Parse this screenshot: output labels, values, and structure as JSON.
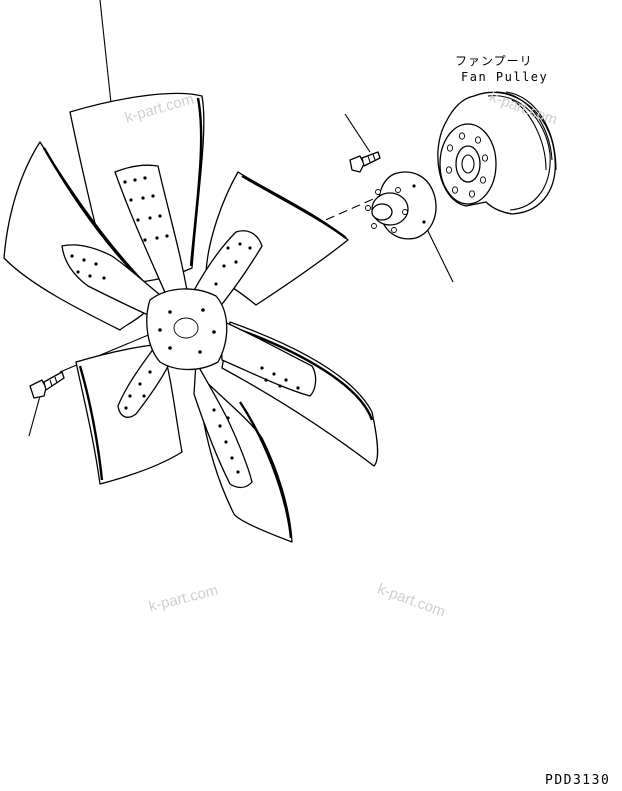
{
  "labels": {
    "fan_pulley_jp": "ファンプーリ",
    "fan_pulley_en": "Fan Pulley",
    "drawing_code": "PDD3130"
  },
  "watermark": "k-part.com",
  "icons": [
    "fan-blade-assembly-icon",
    "bolt-icon",
    "spacer-hub-icon",
    "fan-pulley-icon"
  ]
}
